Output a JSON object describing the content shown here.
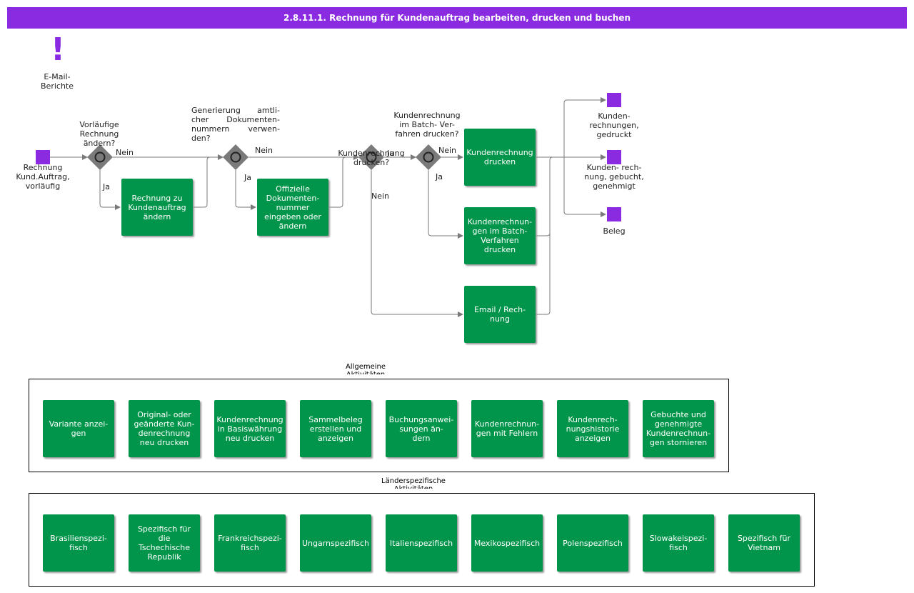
{
  "title": "2.8.11.1. Rechnung für Kundenauftrag bearbeiten, drucken und buchen",
  "colors": {
    "header": "#8a2be2",
    "task": "#00954a",
    "event": "#8a2be2",
    "gateway": "#7a7a7a"
  },
  "email_report": {
    "icon": "exclamation-icon",
    "label": "E-Mail-\nBerichte"
  },
  "start_event": "Rechnung\nKund.Auftrag,\nvorläufig",
  "gateways": {
    "g1": "Vorläufige\nRechnung\nändern?",
    "g2": "Generierung amtli-\ncher Dokumenten-\nnummern verwen-\nden?",
    "g3": "Kundenrechnung\ndrucken?",
    "g4": "Kundenrechnung\nim Batch- Ver-\nfahren drucken?"
  },
  "edge_labels": {
    "g1_no": "Nein",
    "g1_yes": "Ja",
    "g2_no": "Nein",
    "g2_yes": "Ja",
    "g3_yes": "Ja",
    "g3_no": "Nein",
    "g4_no": "Nein",
    "g4_yes": "Ja"
  },
  "tasks": {
    "change_invoice": "Rechnung zu\nKundenauftrag\nändern",
    "official_docnum": "Offizielle\nDokumenten-\nnummer\neingeben oder\nändern",
    "print_invoice": "Kundenrechnung\ndrucken",
    "batch_print": "Kundenrechnun-\ngen im Batch-\nVerfahren\ndrucken",
    "email_invoice": "Email / Rech-\nnung"
  },
  "end_events": {
    "printed": "Kunden-\nrechnungen,\ngedruckt",
    "booked": "Kunden- rech-\nnung, gebucht,\ngenehmigt",
    "voucher": "Beleg"
  },
  "general": {
    "title": "Allgemeine\nAktivitäten",
    "items": [
      "Variante anzei-\ngen",
      "Original- oder\ngeänderte Kun-\ndenrechnung\nneu drucken",
      "Kundenrechnung\nin Basiswährung\nneu drucken",
      "Sammelbeleg\nerstellen und\nanzeigen",
      "Buchungsanwei-\nsungen än-\ndern",
      "Kundenrechnun-\ngen mit Fehlern",
      "Kundenrech-\nnungshistorie\nanzeigen",
      "Gebuchte und\ngenehmigte\nKundenrechnun-\ngen stornieren"
    ]
  },
  "country": {
    "title": "Länderspezifische\nAktivitäten",
    "items": [
      "Brasilienspezi-\nfisch",
      "Spezifisch für\ndie Tschechische\nRepublik",
      "Frankreichspezi-\nfisch",
      "Ungarnspezifisch",
      "Italienspezifisch",
      "Mexikospezifisch",
      "Polenspezifisch",
      "Slowakeispezi-\nfisch",
      "Spezifisch für\nVietnam"
    ]
  }
}
